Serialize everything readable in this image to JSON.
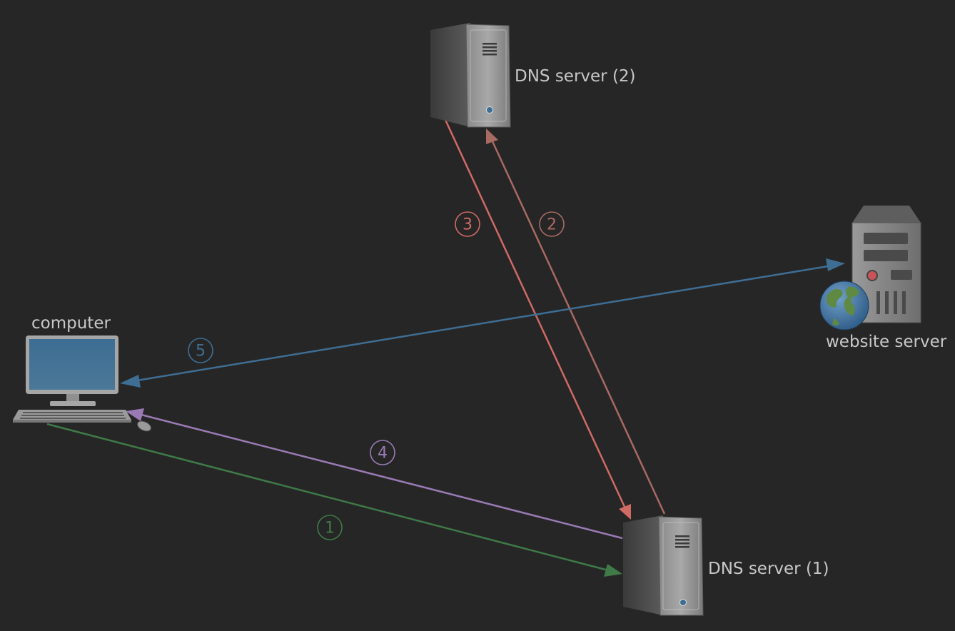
{
  "nodes": {
    "computer": {
      "label": "computer"
    },
    "dns_server_1": {
      "label": "DNS server (1)"
    },
    "dns_server_2": {
      "label": "DNS server (2)"
    },
    "website_server": {
      "label": "website server"
    }
  },
  "steps": [
    {
      "number": "1",
      "from": "computer",
      "to": "dns_server_1",
      "color": "#3f7a48"
    },
    {
      "number": "2",
      "from": "dns_server_1",
      "to": "dns_server_2",
      "color": "#a86a62"
    },
    {
      "number": "3",
      "from": "dns_server_2",
      "to": "dns_server_1",
      "color": "#d06a64"
    },
    {
      "number": "4",
      "from": "dns_server_1",
      "to": "computer",
      "color": "#9a7ab4"
    },
    {
      "number": "5",
      "from": "website_server",
      "to": "computer",
      "color": "#3e6e94",
      "bidirectional": true
    }
  ],
  "colors": {
    "background": "#262626",
    "label_text": "#c8c8c8"
  },
  "icons": {
    "computer": "desktop-computer-icon",
    "dns_server": "tower-server-icon",
    "website_server": "web-server-icon",
    "globe": "globe-icon"
  }
}
